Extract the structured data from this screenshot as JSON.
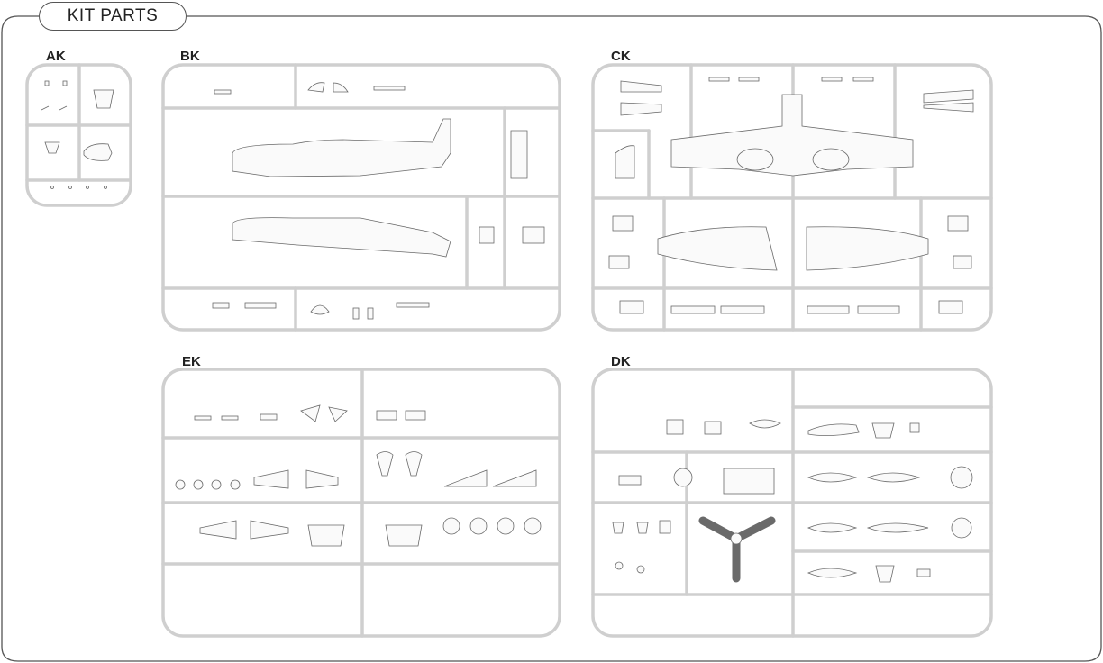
{
  "header": {
    "title": "KIT PARTS"
  },
  "sprues": [
    {
      "id": "ak",
      "label": "AK"
    },
    {
      "id": "bk",
      "label": "BK"
    },
    {
      "id": "ck",
      "label": "CK"
    },
    {
      "id": "ek",
      "label": "EK"
    },
    {
      "id": "dk",
      "label": "DK"
    }
  ],
  "colors": {
    "frame": "#555555",
    "sprue": "#cfcfcf",
    "part": "#6a6a6a",
    "fill": "#fafafa"
  }
}
